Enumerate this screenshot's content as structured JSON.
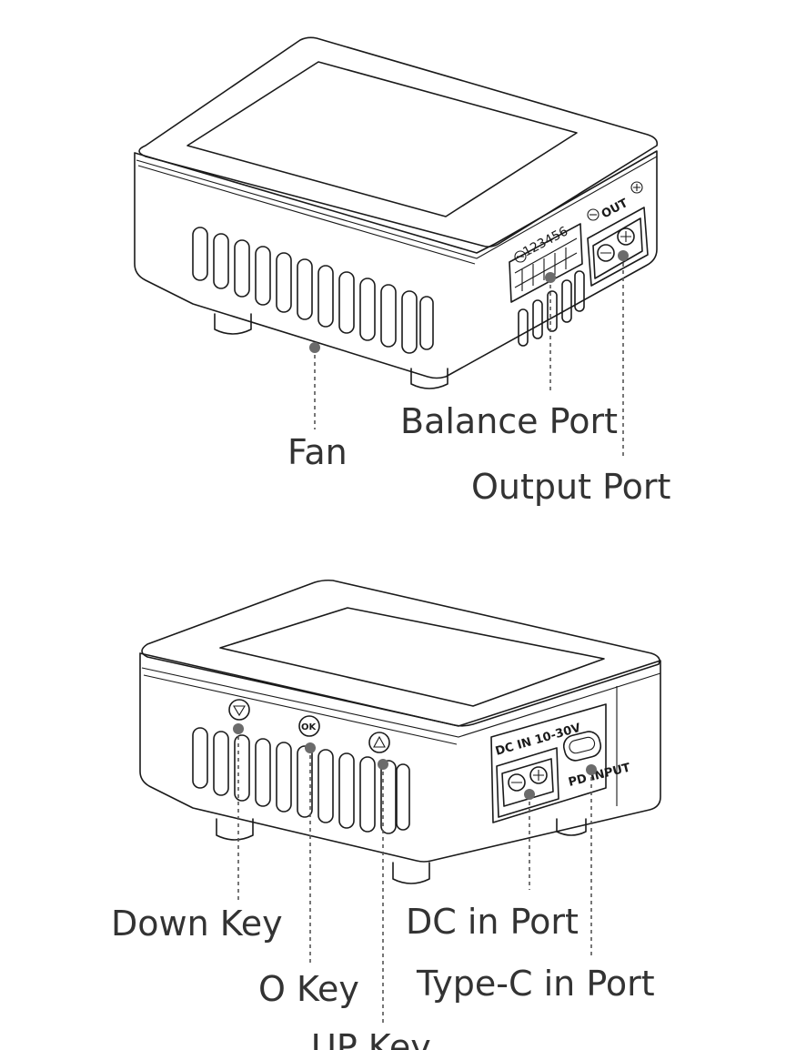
{
  "diagrams": {
    "top": {
      "callouts": {
        "fan": "Fan",
        "balance_port": "Balance Port",
        "output_port": "Output Port"
      },
      "device_markings": {
        "balance_numbers": "123456",
        "out": "OUT"
      }
    },
    "bottom": {
      "callouts": {
        "down_key": "Down Key",
        "o_key": "O Key",
        "up_key": "UP Key",
        "dc_in_port": "DC in Port",
        "type_c_in_port": "Type-C in Port"
      },
      "device_markings": {
        "dc_in": "DC  IN  10-30V",
        "pd_input": "PD INPUT",
        "ok": "OK"
      }
    }
  }
}
